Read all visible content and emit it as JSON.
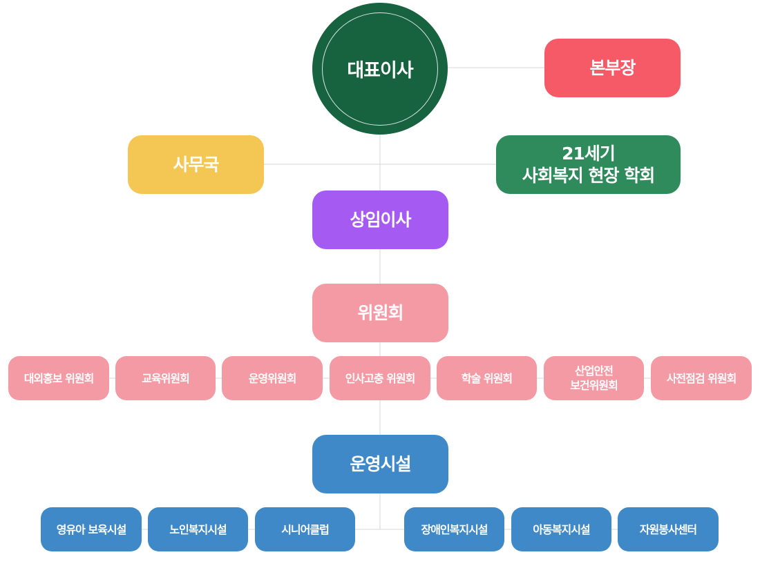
{
  "colors": {
    "ceo": "#17623f",
    "headquarters": "#f55a66",
    "office": "#f4c755",
    "society": "#2f8a5c",
    "executive": "#a55bf2",
    "committee": "#f39aa4",
    "facility": "#3f89c8",
    "line": "#d7d7d7"
  },
  "org": {
    "ceo": "대표이사",
    "headquarters": "본부장",
    "office": "사무국",
    "society": "21세기\n사회복지 현장 학회",
    "executive": "상임이사",
    "committee": "위원회",
    "committees": [
      "대외홍보 위원회",
      "교육위원회",
      "운영위원회",
      "인사고충 위원회",
      "학술 위원회",
      "산업안전\n보건위원회",
      "사전점검 위원회"
    ],
    "facility": "운영시설",
    "facilities": [
      "영유아 보육시설",
      "노인복지시설",
      "시니어클럽",
      "장애인복지시설",
      "아동복지시설",
      "자원봉사센터"
    ]
  }
}
